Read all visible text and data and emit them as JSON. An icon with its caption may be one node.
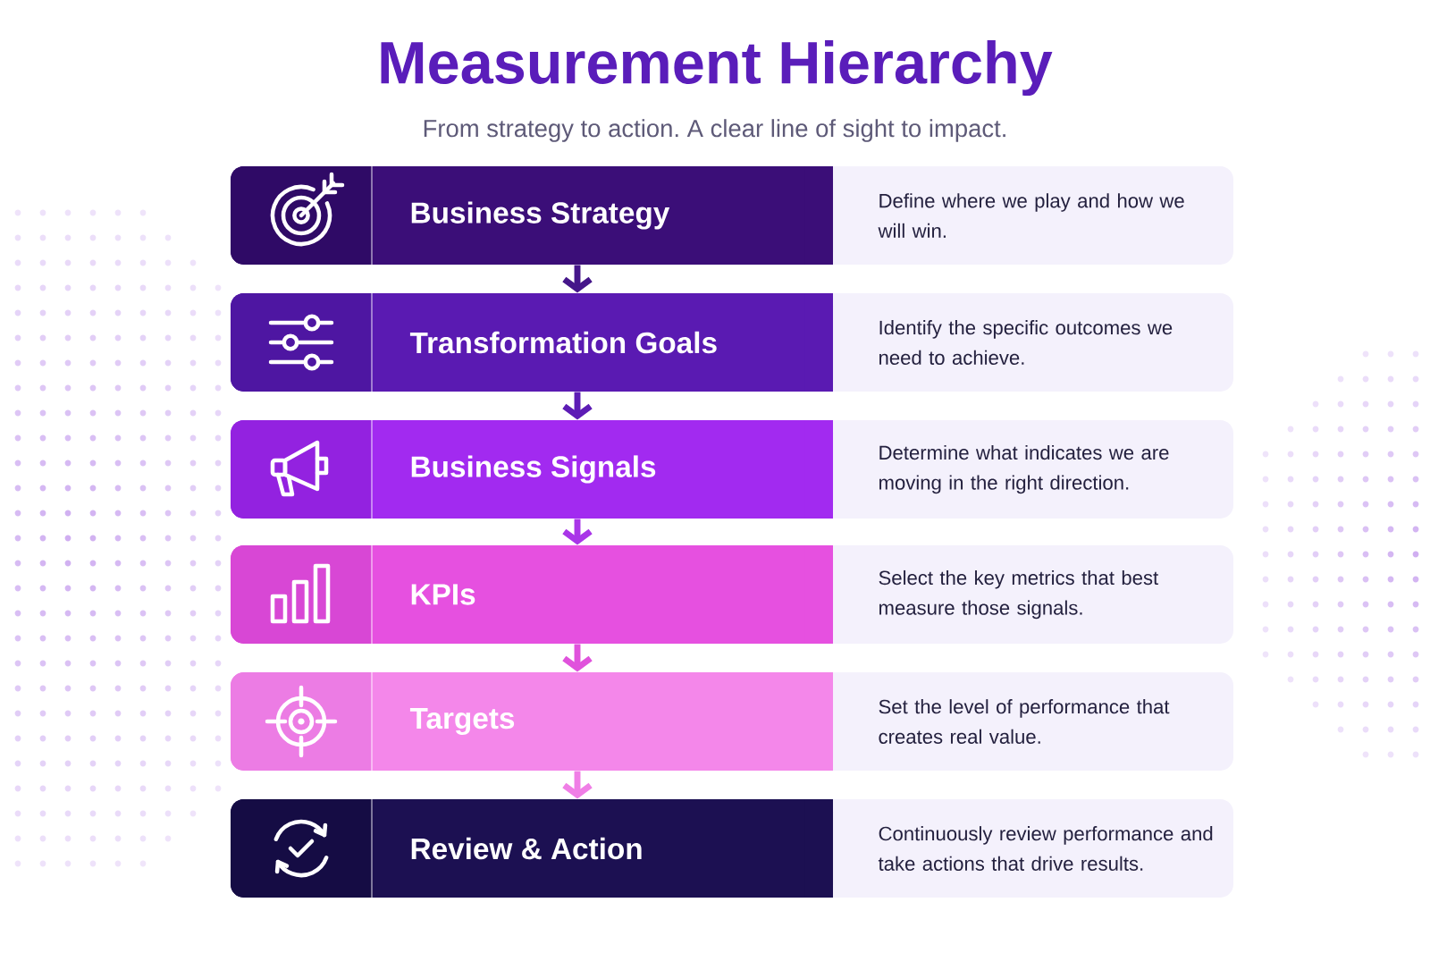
{
  "diagram": {
    "title": "Measurement Hierarchy",
    "nodes": [
      {
        "text": [
          "Business Strategy",
          "Define where we play and how we will win."
        ]
      },
      {
        "text": [
          "Transformation Goals",
          "Identify the specific outcomes we need to achieve."
        ]
      },
      {
        "text": [
          "Business Signals",
          "Determine what indicates we are moving in the right direction."
        ]
      },
      {
        "text": [
          "KPIs",
          "Select the key metrics that best measure those signals."
        ]
      },
      {
        "text": [
          "Targets",
          "Set the level of performance that creates real value."
        ]
      },
      {
        "text": [
          "Review & Action",
          "Continuously review performance and take actions that drive results."
        ]
      }
    ],
    "edges": [
      {
        "from": 0,
        "to": 1,
        "arrow": "to",
        "color": "#45168a"
      },
      {
        "from": 1,
        "to": 2,
        "arrow": "to",
        "color": "#5d1cb5"
      },
      {
        "from": 2,
        "to": 3,
        "arrow": "to",
        "color": "#a935e8"
      },
      {
        "from": 3,
        "to": 4,
        "arrow": "to",
        "color": "#e052dc"
      },
      {
        "from": 4,
        "to": 5,
        "arrow": "to",
        "color": "#f07ee6"
      }
    ],
    "labels": [
      "From strategy to action. A clear line of sight to impact."
    ]
  }
}
